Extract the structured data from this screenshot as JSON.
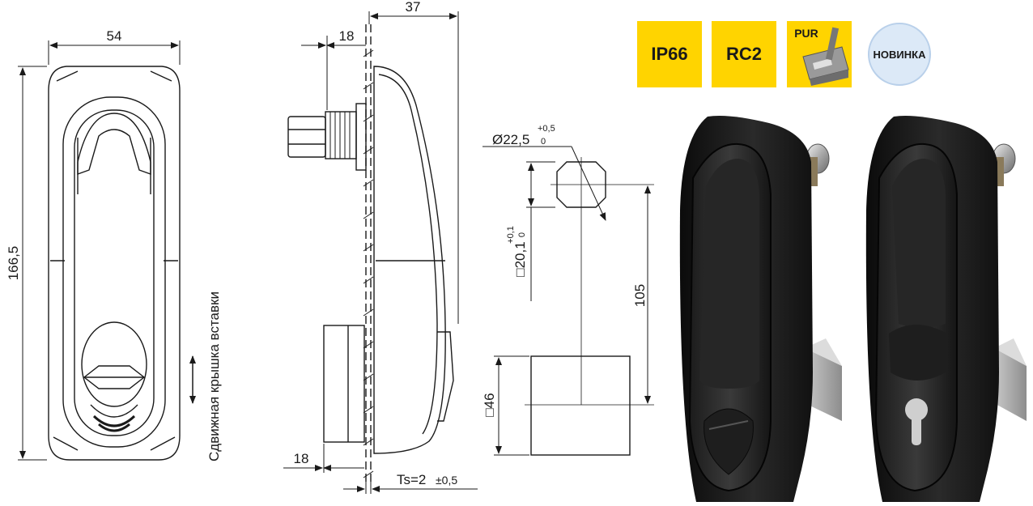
{
  "front_view": {
    "width_dim": "54",
    "height_dim": "166,5",
    "slide_label": "Сдвижная крышка вставки"
  },
  "side_view": {
    "top_offset_dim": "18",
    "depth_dim": "37",
    "bottom_offset_dim": "18",
    "thickness_label": "Ts=2",
    "thickness_tol": "±0,5"
  },
  "cutout": {
    "hole_dia": "Ø22,5",
    "hole_tol_upper": "+0,5",
    "hole_tol_lower": "0",
    "square_dim": "□20,1",
    "square_tol_upper": "+0,1",
    "square_tol_lower": "0",
    "spacing_dim": "105",
    "block_dim": "□46"
  },
  "badges": [
    {
      "label": "IP66",
      "color": "#ffd400"
    },
    {
      "label": "RC2",
      "color": "#ffd400"
    },
    {
      "label": "PUR",
      "color": "#ffd400"
    },
    {
      "label": "НОВИНКА",
      "color": "#dce9f7"
    }
  ]
}
